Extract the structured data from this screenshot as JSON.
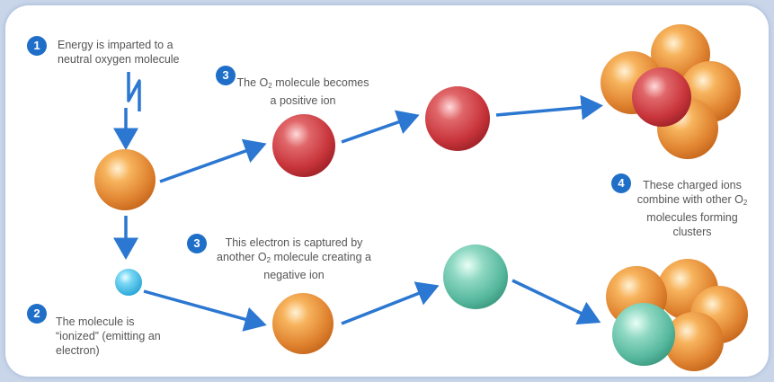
{
  "colors": {
    "arrow": "#2b77d1",
    "badge": "#1f6fc9",
    "neutral_molecule": "#e6913b",
    "positive_ion": "#cc3a3f",
    "electron": "#4cc3ef",
    "negative_ion": "#66c7b0"
  },
  "steps": [
    {
      "number": "1",
      "text": "Energy is imparted to a neutral oxygen molecule"
    },
    {
      "number": "2",
      "text": "The molecule is “ionized” (emitting an electron)"
    },
    {
      "number": "3",
      "text_before": "The O",
      "subscript": "2",
      "text_after": " molecule becomes a positive ion"
    },
    {
      "number": "3",
      "text_before": "This electron is captured by another O",
      "subscript": "2",
      "text_after": " molecule creating a negative ion"
    },
    {
      "number": "4",
      "text_before": "These charged ions combine with other O",
      "subscript": "2",
      "text_after": " molecules forming clusters"
    }
  ]
}
